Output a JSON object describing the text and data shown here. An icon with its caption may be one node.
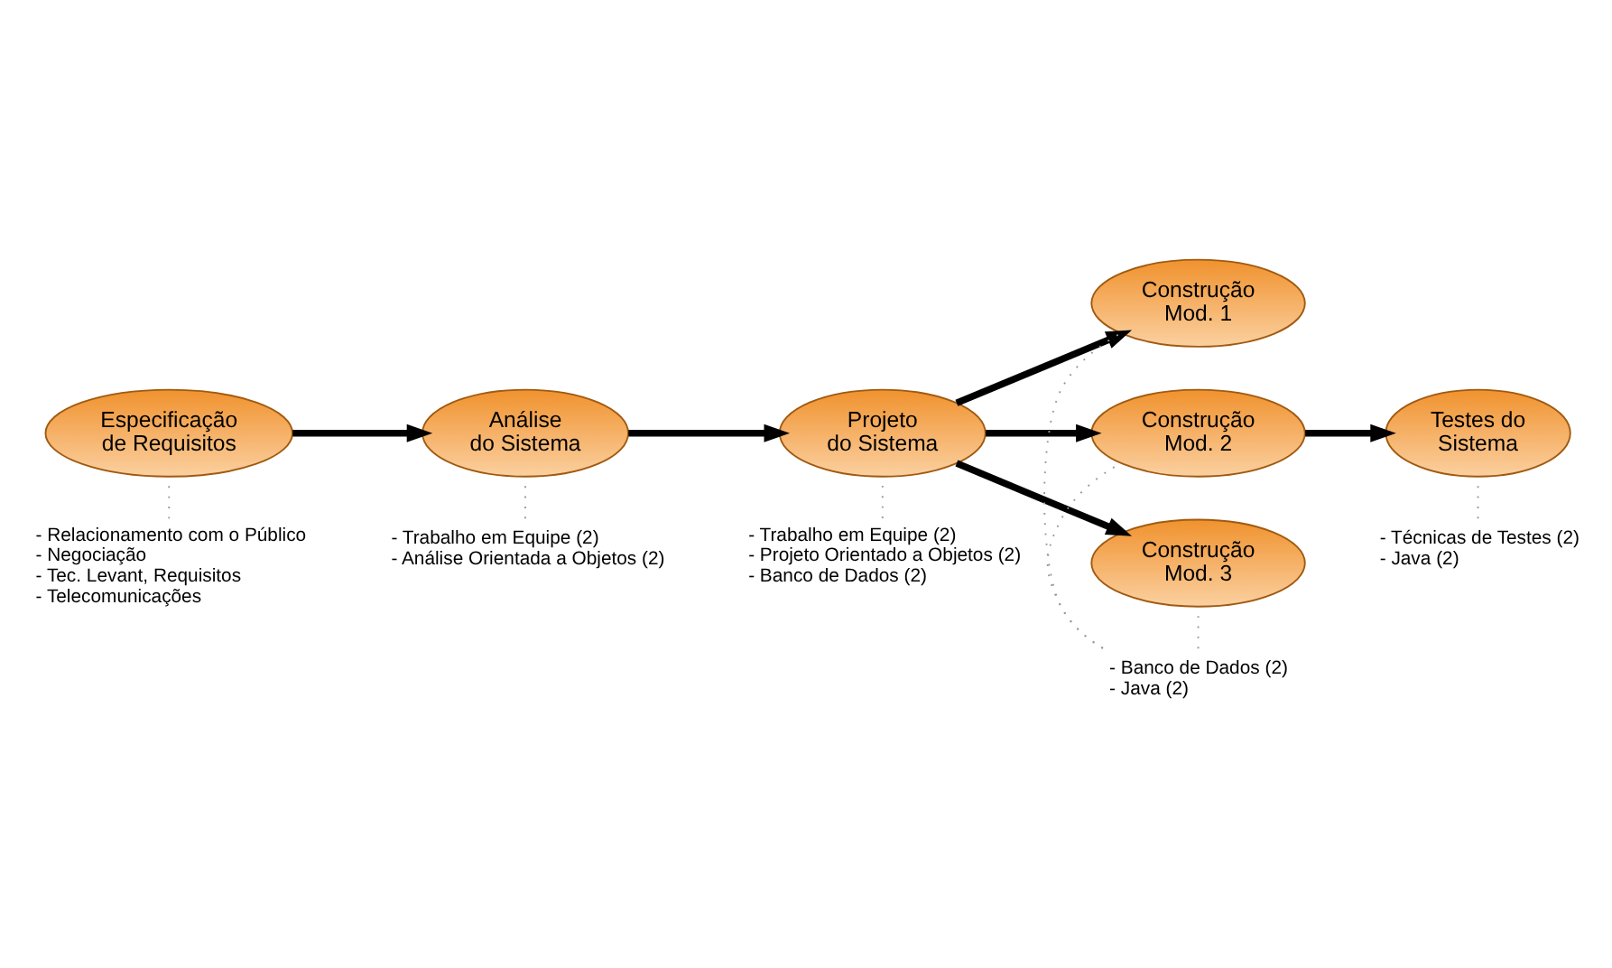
{
  "diagram": {
    "nodes": [
      {
        "text": [
          "Especificação de Requisitos"
        ]
      },
      {
        "text": [
          "Análise do Sistema"
        ]
      },
      {
        "text": [
          "Projeto do Sistema"
        ]
      },
      {
        "text": [
          "Construção Mod. 1"
        ]
      },
      {
        "text": [
          "Construção Mod. 2"
        ]
      },
      {
        "text": [
          "Construção Mod. 3"
        ]
      },
      {
        "text": [
          "Testes do Sistema"
        ]
      },
      {
        "text": [
          "- Relacionamento com o Público",
          "- Negociação",
          "- Tec. Levant, Requisitos",
          "- Telecomunicações"
        ]
      },
      {
        "text": [
          "- Trabalho em Equipe (2)",
          "- Projeto Orientado a Objetos (2)",
          "- Banco de Dados (2)"
        ]
      },
      {
        "text": [
          "- Banco de Dados (2)",
          "- Java (2)"
        ]
      },
      {
        "text": [
          "- Trabalho em Equipe (2)",
          "- Análise Orientada a Objetos (2)"
        ]
      },
      {
        "text": [
          "- Técnicas de Testes (2)",
          "- Java (2)"
        ]
      }
    ],
    "edges": [
      {
        "from": 0,
        "to": 1,
        "arrow": "to",
        "style": "thick",
        "color": "#000000"
      },
      {
        "from": 1,
        "to": 2,
        "arrow": "to",
        "style": "thick",
        "color": "#000000"
      },
      {
        "from": 2,
        "to": 3,
        "arrow": "to",
        "style": "thick",
        "color": "#000000"
      },
      {
        "from": 2,
        "to": 4,
        "arrow": "to",
        "style": "thick",
        "color": "#000000"
      },
      {
        "from": 2,
        "to": 5,
        "arrow": "to",
        "style": "thick",
        "color": "#000000"
      },
      {
        "from": 4,
        "to": 6,
        "arrow": "to",
        "style": "thick",
        "color": "#000000"
      },
      {
        "from": 7,
        "to": 0,
        "arrow": "none",
        "style": "dashed"
      },
      {
        "from": 8,
        "to": 2,
        "arrow": "none",
        "style": "dashed"
      },
      {
        "from": 9,
        "to": 3,
        "arrow": "none",
        "style": "dashed"
      },
      {
        "from": 9,
        "to": 4,
        "arrow": "none",
        "style": "dashed"
      },
      {
        "from": 9,
        "to": 5,
        "arrow": "none",
        "style": "dashed"
      },
      {
        "from": 10,
        "to": 1,
        "arrow": "none",
        "style": "dashed"
      },
      {
        "from": 11,
        "to": 6,
        "arrow": "none",
        "style": "dashed"
      }
    ]
  }
}
